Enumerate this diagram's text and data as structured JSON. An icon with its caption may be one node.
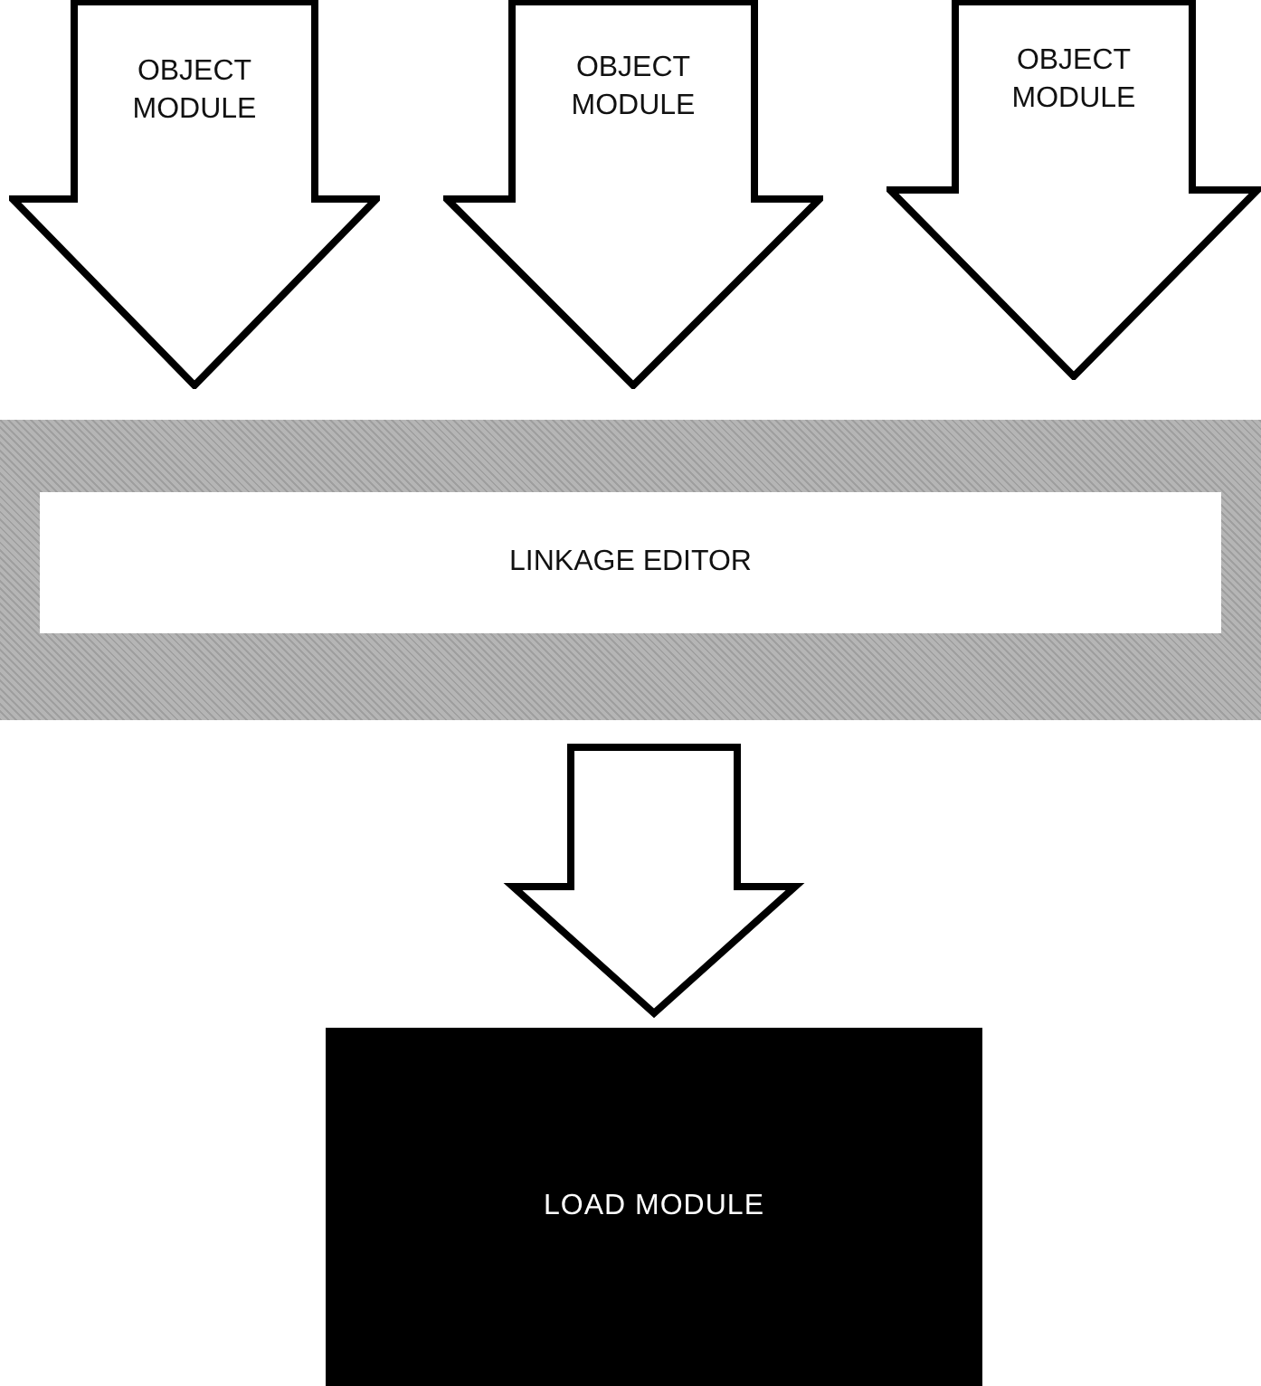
{
  "diagram": {
    "nodes": [
      {
        "text": [
          "OBJECT MODULE"
        ]
      },
      {
        "text": [
          "OBJECT MODULE"
        ]
      },
      {
        "text": [
          "OBJECT MODULE"
        ]
      },
      {
        "text": [],
        "shape": "bar"
      },
      {
        "text": [
          "LINKAGE EDITOR"
        ],
        "in": 3
      },
      {
        "text": [
          "LOAD MODULE"
        ]
      }
    ],
    "edges": [
      {
        "from": 3,
        "to": 5,
        "arrow": "to",
        "style": "thick"
      }
    ]
  }
}
